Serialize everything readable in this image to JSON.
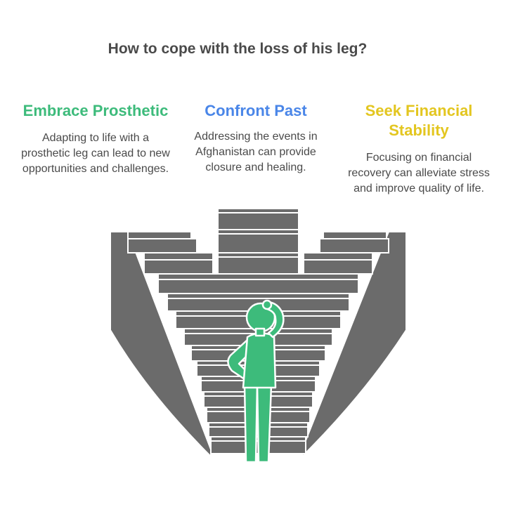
{
  "title": "How to cope with the loss of his leg?",
  "columns": [
    {
      "heading": "Embrace Prosthetic",
      "text": "Adapting to life with a prosthetic leg can lead to new opportunities and challenges.",
      "color": "#3dbb7b"
    },
    {
      "heading": "Confront Past",
      "text": "Addressing the events in Afghanistan can provide closure and healing.",
      "color": "#4a86e8"
    },
    {
      "heading": "Seek Financial Stability",
      "text": "Focusing on financial recovery can alleviate stress and improve quality of life.",
      "color": "#e3c620"
    }
  ],
  "colors": {
    "steps_fill": "#6b6b6b",
    "steps_line": "#ffffff",
    "figure_fill": "#3dbb7b"
  },
  "icons": [
    "staircase-illustration",
    "thinking-person-icon"
  ]
}
